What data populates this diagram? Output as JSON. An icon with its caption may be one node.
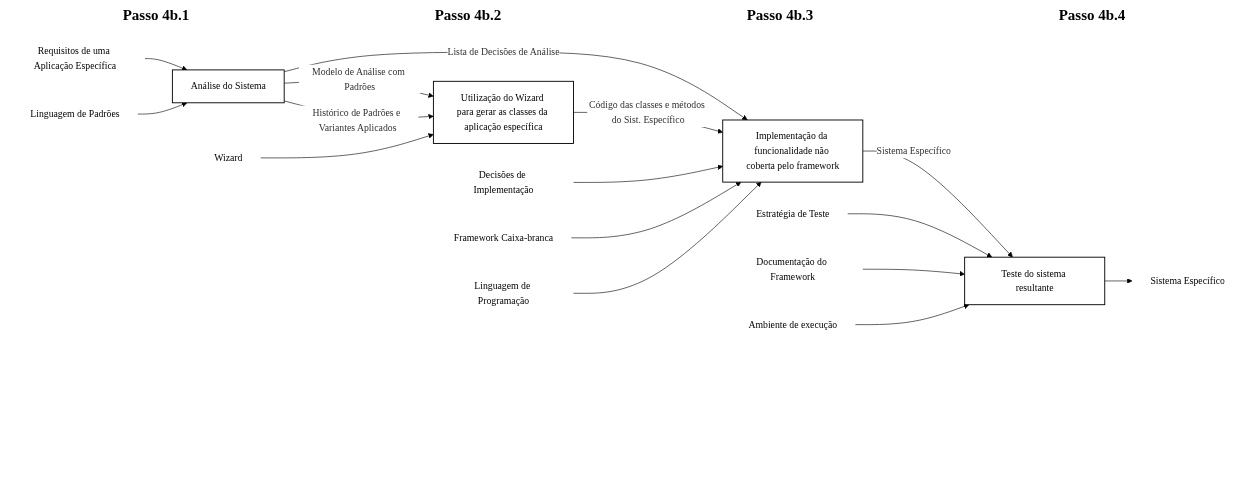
{
  "diagram": {
    "nodes": [
      {
        "text": [
          "Requisitos de uma Aplicação Específica"
        ]
      },
      {
        "text": [
          "Linguagem de Padrões"
        ]
      },
      {
        "text": [
          "Análise do Sistema"
        ]
      },
      {
        "text": [
          "Utilização do Wizard para gerar as classes da aplicação específica"
        ]
      },
      {
        "text": [
          "Wizard"
        ]
      },
      {
        "text": [
          "Decisões de Implementação"
        ]
      },
      {
        "text": [
          "Implementação da funcionalidade não coberta pelo framework"
        ]
      },
      {
        "text": [
          "Framework Caixa-branca"
        ]
      },
      {
        "text": [
          "Linguagem de Programação"
        ]
      },
      {
        "text": [
          "Estratégia de Teste"
        ]
      },
      {
        "text": [
          "Teste do sistema resultante"
        ]
      },
      {
        "text": [
          "Documentação do Framework"
        ]
      },
      {
        "text": [
          "Ambiente de execução"
        ]
      },
      {
        "text": [
          "Sistema Específico"
        ]
      }
    ],
    "edges": [
      {
        "from": 0,
        "to": 2,
        "arrow": "to"
      },
      {
        "from": 1,
        "to": 2,
        "arrow": "to"
      },
      {
        "from": 2,
        "to": 3,
        "arrow": "to",
        "label": "Modelo de Análise com Padrões"
      },
      {
        "from": 2,
        "to": 3,
        "arrow": "to",
        "label": "Histórico de Padrões e Variantes Aplicados"
      },
      {
        "from": 2,
        "to": 6,
        "arrow": "to",
        "label": "Lista de Decisões de Análise"
      },
      {
        "from": 4,
        "to": 3,
        "arrow": "to"
      },
      {
        "from": 3,
        "to": 6,
        "arrow": "to",
        "label": "Código das classes e métodos do Sist. Específico"
      },
      {
        "from": 5,
        "to": 6,
        "arrow": "to"
      },
      {
        "from": 7,
        "to": 6,
        "arrow": "to"
      },
      {
        "from": 8,
        "to": 6,
        "arrow": "to"
      },
      {
        "from": 6,
        "to": 10,
        "arrow": "to",
        "label": "Sistema Específico"
      },
      {
        "from": 9,
        "to": 10,
        "arrow": "to"
      },
      {
        "from": 11,
        "to": 10,
        "arrow": "to"
      },
      {
        "from": 12,
        "to": 10,
        "arrow": "to"
      },
      {
        "from": 10,
        "to": 13,
        "arrow": "to"
      }
    ],
    "labels": [
      "Passo 4b.1",
      "Passo 4b.2",
      "Passo 4b.3",
      "Passo 4b.4"
    ]
  }
}
